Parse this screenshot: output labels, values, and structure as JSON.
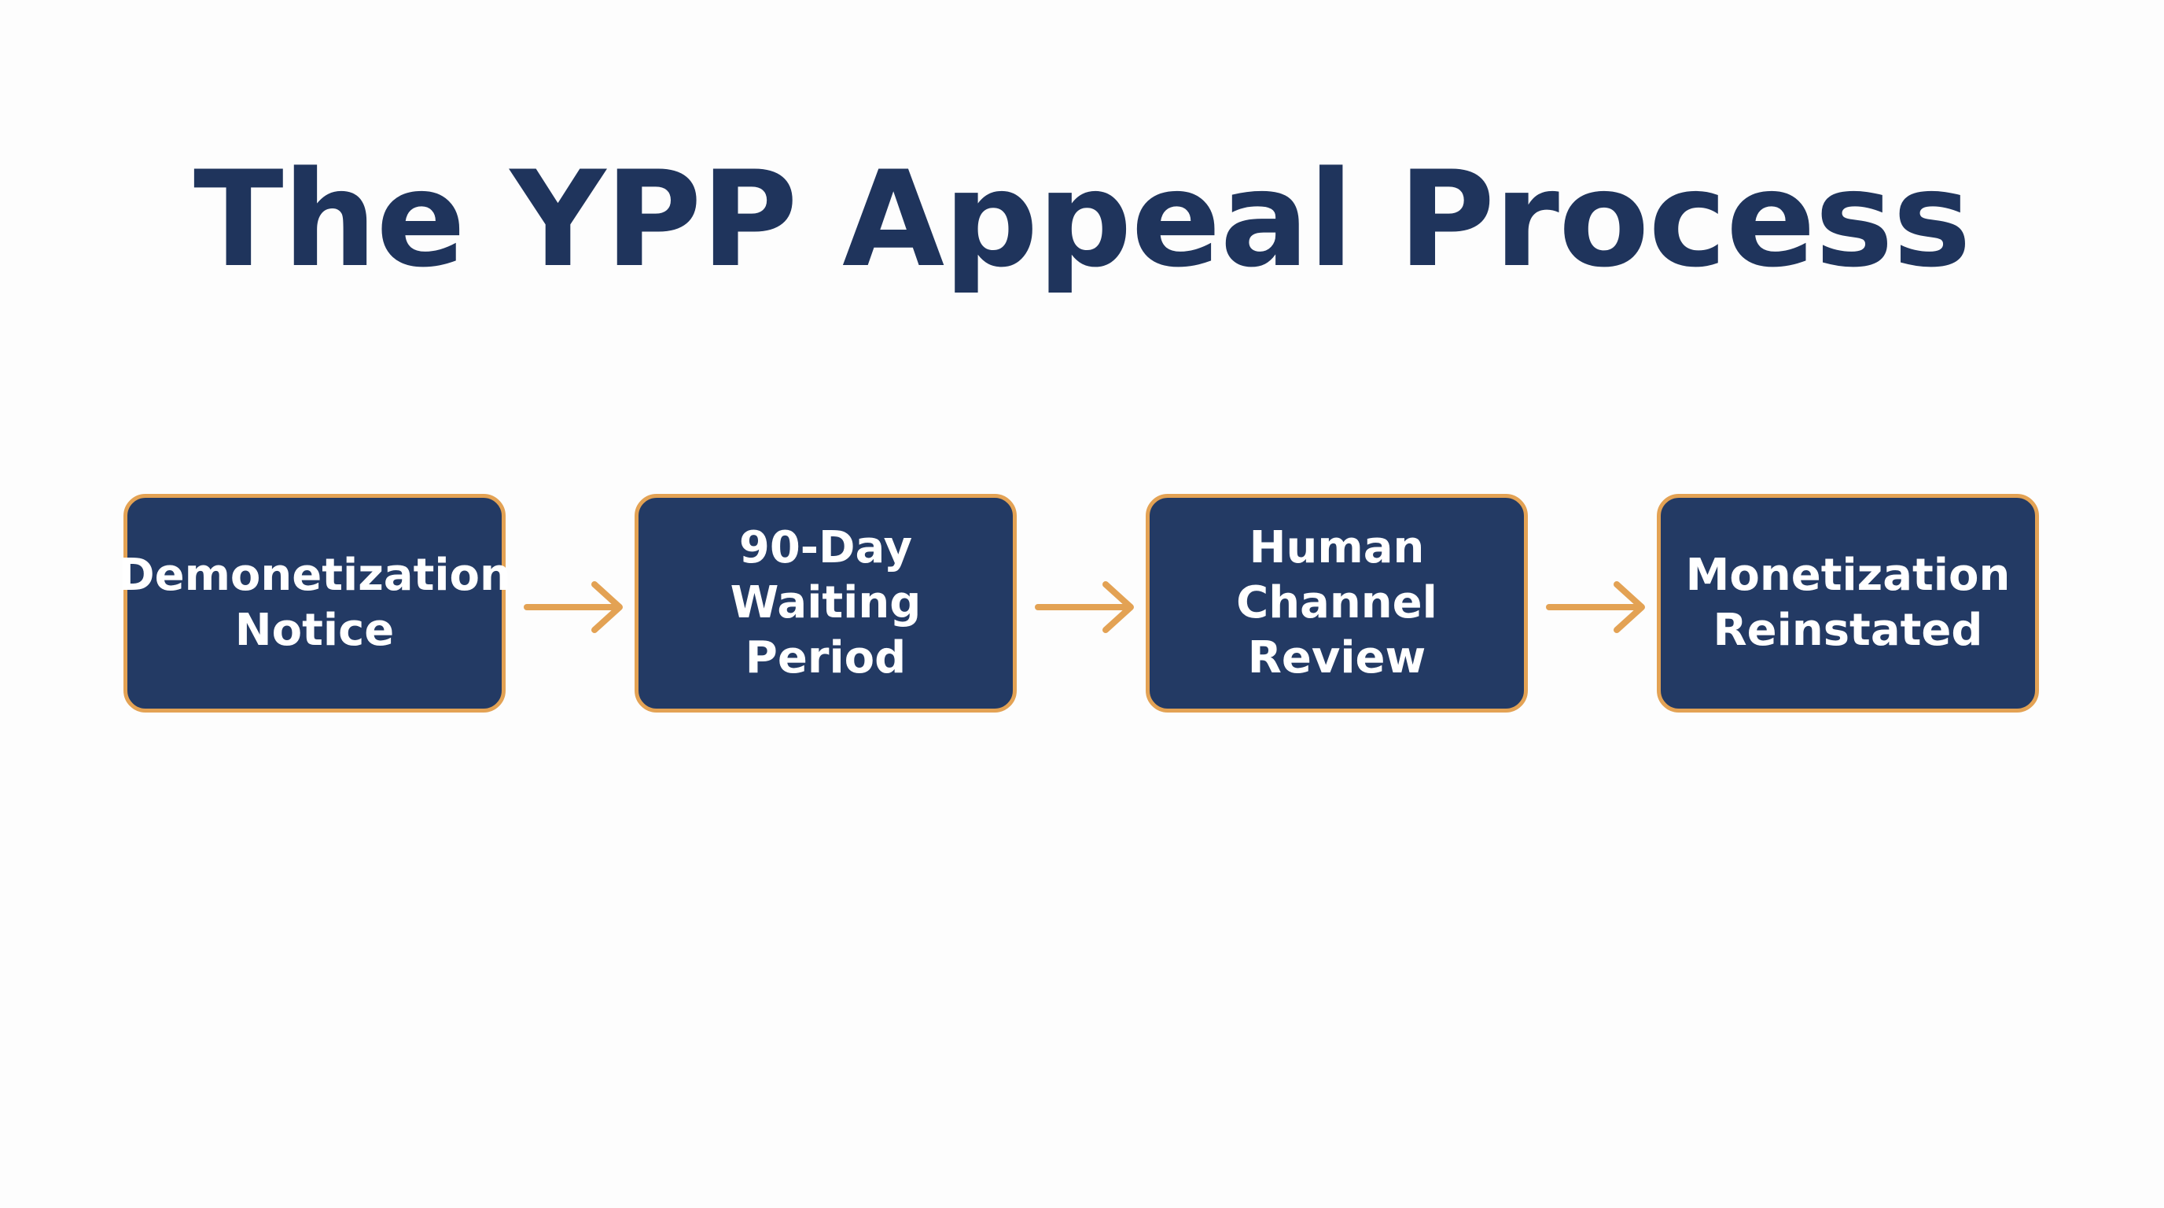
{
  "title": "The YPP Appeal Process",
  "colors": {
    "title": "#1f345c",
    "box_fill": "#233a64",
    "box_border": "#e3a254",
    "arrow": "#e3a254",
    "box_text": "#ffffff",
    "background": "#fdfdfd"
  },
  "steps": [
    {
      "label": "Demonetization\nNotice"
    },
    {
      "label": "90-Day\nWaiting\nPeriod"
    },
    {
      "label": "Human\nChannel\nReview"
    },
    {
      "label": "Monetization\nReinstated"
    }
  ],
  "arrows": [
    {
      "from": 0,
      "to": 1
    },
    {
      "from": 1,
      "to": 2
    },
    {
      "from": 2,
      "to": 3
    }
  ]
}
